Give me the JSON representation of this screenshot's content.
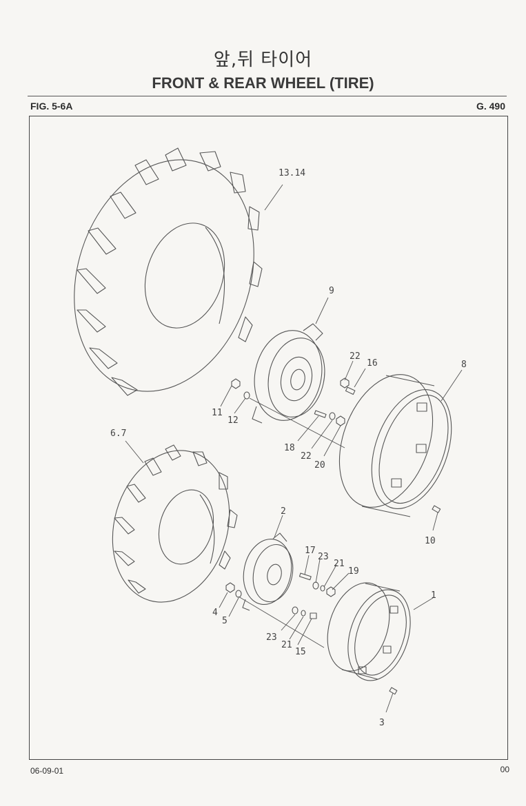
{
  "title_korean": "앞,뒤 타이어",
  "title_english": "FRONT & REAR WHEEL (TIRE)",
  "figure_number": "FIG. 5-6A",
  "page_code": "G. 490",
  "footer": {
    "date": "06-09-01",
    "number": "00"
  },
  "callouts": {
    "rear_tire": "13.14",
    "rear_hub_plate": "9",
    "rear_bolt_washer": "22",
    "rear_bolt": "16",
    "rear_rim": "8",
    "rear_nut": "11",
    "rear_washer": "12",
    "rear_stud": "18",
    "rear_washer_b": "22",
    "rear_nut_b": "20",
    "rear_rim_bolt": "10",
    "front_tire": "6.7",
    "front_hub_plate": "2",
    "front_stud": "17",
    "front_washer": "23",
    "front_spring_washer": "21",
    "front_nut": "19",
    "front_rim": "1",
    "front_hub_nut": "4",
    "front_hub_washer": "5",
    "front_washer_b": "23",
    "front_spring_washer_b": "21",
    "front_bolt": "15",
    "front_rim_bolt": "3"
  }
}
